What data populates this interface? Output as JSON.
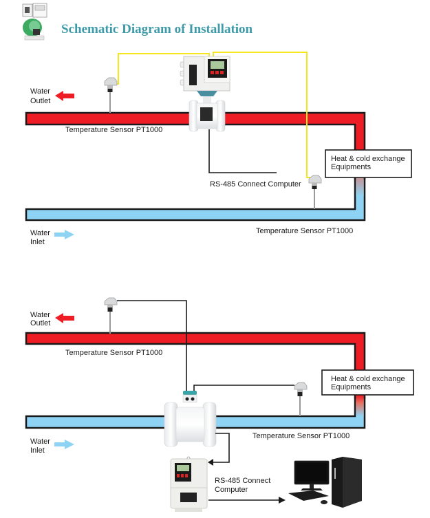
{
  "header": {
    "title": "Schematic Diagram of Installation",
    "logo_icon": "flowmeter-logo-icon"
  },
  "colors": {
    "hot_pipe": "#ee1c25",
    "cold_pipe": "#8fd3f4",
    "pipe_outline": "#1a1a1a",
    "signal_wire_top": "#f5e61e",
    "signal_wire_bottom": "#1a1a1a",
    "title": "#3d9aa8"
  },
  "diagram_top": {
    "water_outlet": "Water\nOutlet",
    "water_outlet_line1": "Water",
    "water_outlet_line2": "Outlet",
    "water_inlet_line1": "Water",
    "water_inlet_line2": "Inlet",
    "sensor_outlet_label": "Temperature Sensor PT1000",
    "sensor_inlet_label": "Temperature Sensor PT1000",
    "rs485_label": "RS-485 Connect Computer",
    "exchanger_line1": "Heat & cold exchange",
    "exchanger_line2": "Equipments",
    "meter_type": "integrated-flowmeter-with-converter"
  },
  "diagram_bottom": {
    "water_outlet_line1": "Water",
    "water_outlet_line2": "Outlet",
    "water_inlet_line1": "Water",
    "water_inlet_line2": "Inlet",
    "sensor_outlet_label": "Temperature Sensor PT1000",
    "sensor_inlet_label": "Temperature Sensor PT1000",
    "rs485_line1": "RS-485 Connect",
    "rs485_line2": "Computer",
    "exchanger_line1": "Heat & cold exchange",
    "exchanger_line2": "Equipments",
    "meter_type": "remote-flowmeter-with-separate-converter"
  }
}
